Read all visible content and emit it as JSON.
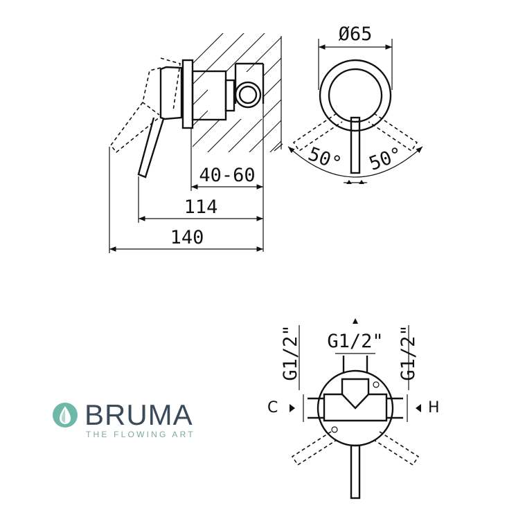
{
  "side_view": {
    "dim_depth": "40-60",
    "dim_mid": "114",
    "dim_total": "140"
  },
  "front_view": {
    "dim_diameter": "Ø65",
    "angle_left": "50°",
    "angle_right": "50°"
  },
  "rear_view": {
    "top_thread": "G1/2\"",
    "left_thread": "G1/2\"",
    "right_thread": "G1/2\"",
    "cold_label": "C",
    "hot_label": "H"
  },
  "brand": {
    "name": "BRUMA",
    "tagline": "THE FLOWING ART",
    "accent_color": "#6fb8a8",
    "text_color": "#3a4a5a"
  }
}
